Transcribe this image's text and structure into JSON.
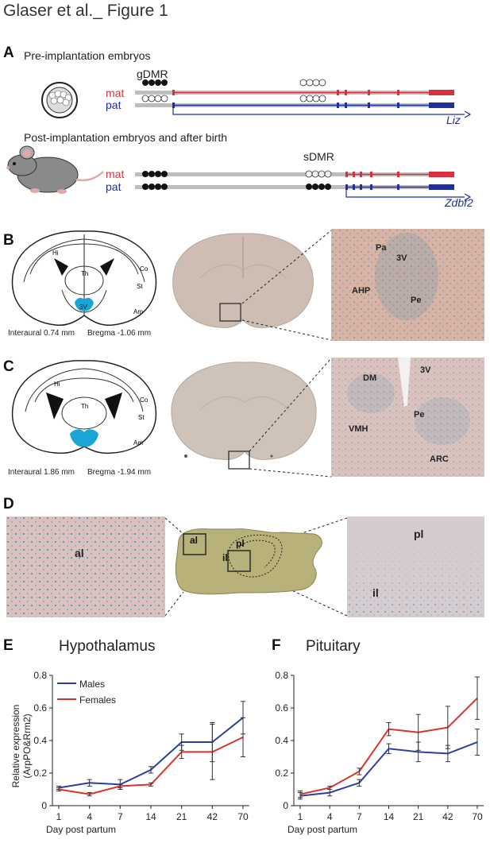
{
  "figure_title": "Glaser et al._ Figure 1",
  "panel_a": {
    "letter": "A",
    "pre_label": "Pre-implantation embryos",
    "post_label": "Post-implantation embryos and after birth",
    "gdmr": "gDMR",
    "sdmr": "sDMR",
    "mat": "mat",
    "pat": "pat",
    "liz": "Liz",
    "zdbf2": "Zdbf2",
    "colors": {
      "mat": "#d8303c",
      "pat": "#1f2f9a",
      "gray": "#bdbdbd"
    }
  },
  "panel_b": {
    "letter": "B",
    "interaural": "Interaural 0.74 mm",
    "bregma": "Bregma -1.06 mm",
    "atlas_labels": [
      "Hi",
      "Co",
      "Th",
      "St",
      "Am",
      "3V"
    ],
    "micro_labels": [
      "Pa",
      "3V",
      "AHP",
      "Pe"
    ]
  },
  "panel_c": {
    "letter": "C",
    "interaural": "Interaural 1.86 mm",
    "bregma": "Bregma -1.94 mm",
    "atlas_labels": [
      "Hi",
      "Co",
      "St",
      "Am",
      "Th"
    ],
    "micro_labels": [
      "DM",
      "3V",
      "Pe",
      "VMH",
      "ARC"
    ]
  },
  "panel_d": {
    "letter": "D",
    "labels": {
      "al": "al",
      "pl": "pl",
      "il": "il"
    }
  },
  "panel_e": {
    "letter": "E"
  },
  "panel_f": {
    "letter": "F"
  },
  "chart_data": [
    {
      "type": "line",
      "title": "Hypothalamus",
      "categories": [
        "1",
        "4",
        "7",
        "14",
        "21",
        "42",
        "70"
      ],
      "xlabel": "Day post partum",
      "ylabel": "Relative expression (ArpPO&Rrm2)",
      "ylim": [
        0,
        0.8
      ],
      "yticks": [
        "0",
        "0.2",
        "0.4",
        "0.6",
        "0.8"
      ],
      "legend": "top-left",
      "series": [
        {
          "name": "Males",
          "color": "#2d3ea3",
          "values": [
            0.11,
            0.14,
            0.13,
            0.22,
            0.39,
            0.39,
            0.54
          ],
          "errors": [
            0.01,
            0.02,
            0.03,
            0.02,
            0.05,
            0.12,
            0.1
          ]
        },
        {
          "name": "Females",
          "color": "#d9342b",
          "values": [
            0.1,
            0.07,
            0.12,
            0.13,
            0.33,
            0.33,
            0.42
          ],
          "errors": [
            0.01,
            0.01,
            0.01,
            0.01,
            0.04,
            0.17,
            0.12
          ]
        }
      ]
    },
    {
      "type": "line",
      "title": "Pituitary",
      "categories": [
        "1",
        "4",
        "7",
        "14",
        "21",
        "42",
        "70"
      ],
      "xlabel": "Day post partum",
      "ylabel": "",
      "ylim": [
        0,
        0.8
      ],
      "yticks": [
        "0",
        "0.2",
        "0.4",
        "0.6",
        "0.8"
      ],
      "legend": "none",
      "series": [
        {
          "name": "Males",
          "color": "#2d3ea3",
          "values": [
            0.06,
            0.08,
            0.14,
            0.35,
            0.33,
            0.32,
            0.39
          ],
          "errors": [
            0.02,
            0.02,
            0.02,
            0.03,
            0.06,
            0.05,
            0.08
          ]
        },
        {
          "name": "Females",
          "color": "#d9342b",
          "values": [
            0.07,
            0.11,
            0.21,
            0.47,
            0.45,
            0.48,
            0.66
          ],
          "errors": [
            0.02,
            0.01,
            0.02,
            0.04,
            0.11,
            0.13,
            0.13
          ]
        }
      ]
    }
  ]
}
